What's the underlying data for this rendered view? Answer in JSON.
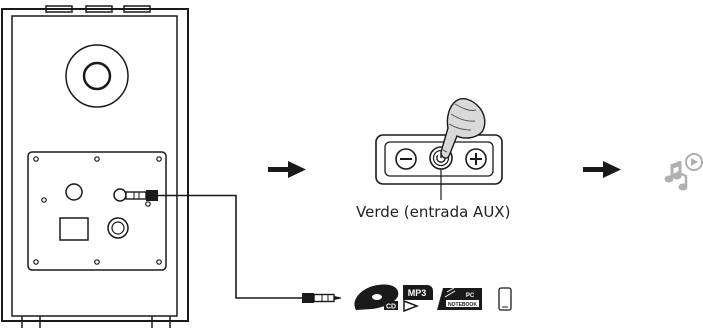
{
  "control_panel": {
    "caption": "Verde (entrada AUX)",
    "buttons": [
      "volume-down",
      "power",
      "volume-up"
    ]
  },
  "source_icons": {
    "cd_label": "CD",
    "mp3_label": "MP3",
    "pc_label": "PC",
    "notebook_label": "NOTEBOOK"
  },
  "icons": [
    "speaker-icon",
    "aux-cable-icon",
    "arrow-right-icon",
    "hand-press-icon",
    "power-icon",
    "minus-icon",
    "plus-icon",
    "music-note-play-icon",
    "cd-icon",
    "mp3-icon",
    "pc-notebook-icon",
    "phone-icon"
  ]
}
